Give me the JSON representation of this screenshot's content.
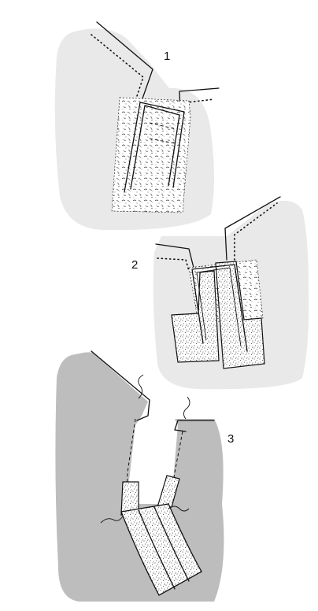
{
  "panels": [
    {
      "id": "1",
      "label": "1"
    },
    {
      "id": "2",
      "label": "2"
    },
    {
      "id": "3",
      "label": "3"
    }
  ],
  "colors": {
    "light_background": "#e9e9e9",
    "dark_background": "#bdbdbd",
    "line": "#111111",
    "fill_white": "#ffffff"
  }
}
